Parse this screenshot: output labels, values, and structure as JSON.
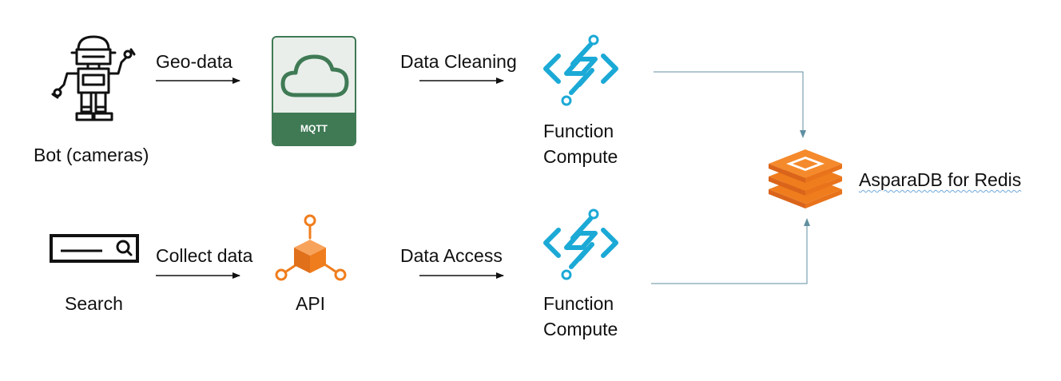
{
  "nodes": {
    "bot": {
      "label": "Bot (cameras)",
      "icon": "robot-icon"
    },
    "mqtt": {
      "label": "MQTT",
      "icon": "cloud-icon",
      "bg_color": "#3f7a55"
    },
    "fc_top": {
      "line1": "Function",
      "line2": "Compute",
      "icon": "function-compute-icon"
    },
    "search": {
      "label": "Search",
      "icon": "search-bar-icon"
    },
    "api": {
      "label": "API",
      "icon": "api-gateway-icon"
    },
    "fc_bottom": {
      "line1": "Function",
      "line2": "Compute",
      "icon": "function-compute-icon"
    },
    "redis": {
      "label": "AsparaDB for Redis",
      "icon": "redis-stack-icon"
    }
  },
  "edges": {
    "bot_to_mqtt": "Geo-data",
    "mqtt_to_fc": "Data Cleaning",
    "search_to_api": "Collect data",
    "api_to_fc": "Data Access"
  },
  "colors": {
    "function_compute": "#1ba9d6",
    "api": "#f07d1d",
    "redis": "#f07d1d",
    "connector": "#5f8fa0"
  }
}
